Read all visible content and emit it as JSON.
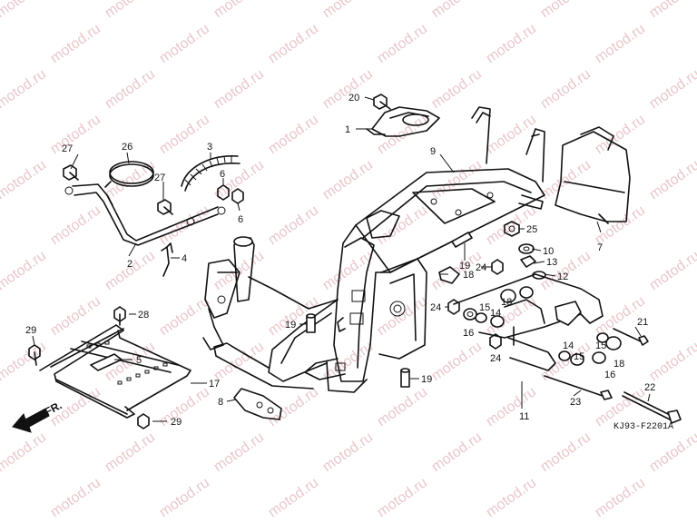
{
  "diagram_code": "KJ93-F2201A",
  "front_label": "FR.",
  "watermark_text": "motod.ru",
  "callouts": {
    "c1": "1",
    "c2": "2",
    "c3": "3",
    "c4": "4",
    "c5": "5",
    "c6a": "6",
    "c6b": "6",
    "c7": "7",
    "c8": "8",
    "c9": "9",
    "c10": "10",
    "c11": "11",
    "c12": "12",
    "c13": "13",
    "c14a": "14",
    "c14b": "14",
    "c15a": "15",
    "c15b": "15",
    "c16a": "16",
    "c16b": "16",
    "c17": "17",
    "c18a": "18",
    "c18b": "18",
    "c18c": "18",
    "c19a": "19",
    "c19b": "19",
    "c19c": "19",
    "c20": "20",
    "c21": "21",
    "c22": "22",
    "c23": "23",
    "c24a": "24",
    "c24b": "24",
    "c24c": "24",
    "c25": "25",
    "c26": "26",
    "c27a": "27",
    "c27b": "27",
    "c28": "28",
    "c29a": "29",
    "c29b": "29"
  },
  "colors": {
    "line": "#111111",
    "watermark": "#d8999f",
    "background": "#ffffff"
  }
}
